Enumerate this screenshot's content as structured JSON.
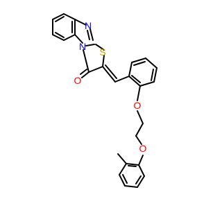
{
  "molecule": {
    "atoms": [
      {
        "id": "N1",
        "label": "N",
        "color": "#0000ff"
      },
      {
        "id": "N2",
        "label": "N",
        "color": "#0000ff"
      },
      {
        "id": "S1",
        "label": "S",
        "color": "#c8a000"
      },
      {
        "id": "O1",
        "label": "O",
        "color": "#ff0000"
      },
      {
        "id": "O2",
        "label": "O",
        "color": "#ff0000"
      },
      {
        "id": "O3",
        "label": "O",
        "color": "#ff0000"
      }
    ],
    "bond_color": "#000000",
    "background": "#ffffff"
  }
}
